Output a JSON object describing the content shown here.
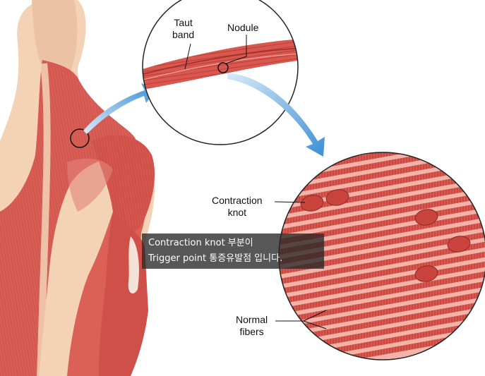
{
  "labels": {
    "taut_band_line1": "Taut",
    "taut_band_line2": "band",
    "nodule": "Nodule",
    "contraction_knot_line1": "Contraction",
    "contraction_knot_line2": "knot",
    "normal_fibers_line1": "Normal",
    "normal_fibers_line2": "fibers"
  },
  "caption": {
    "line1": "Contraction knot 부분이",
    "line2": "Trigger point 통증유발점 입니다."
  },
  "colors": {
    "muscle": "#d9574f",
    "muscle_light": "#f0a59a",
    "skin": "#f3d2b6",
    "arrow": "#4a9ad8",
    "outline": "#222222"
  }
}
